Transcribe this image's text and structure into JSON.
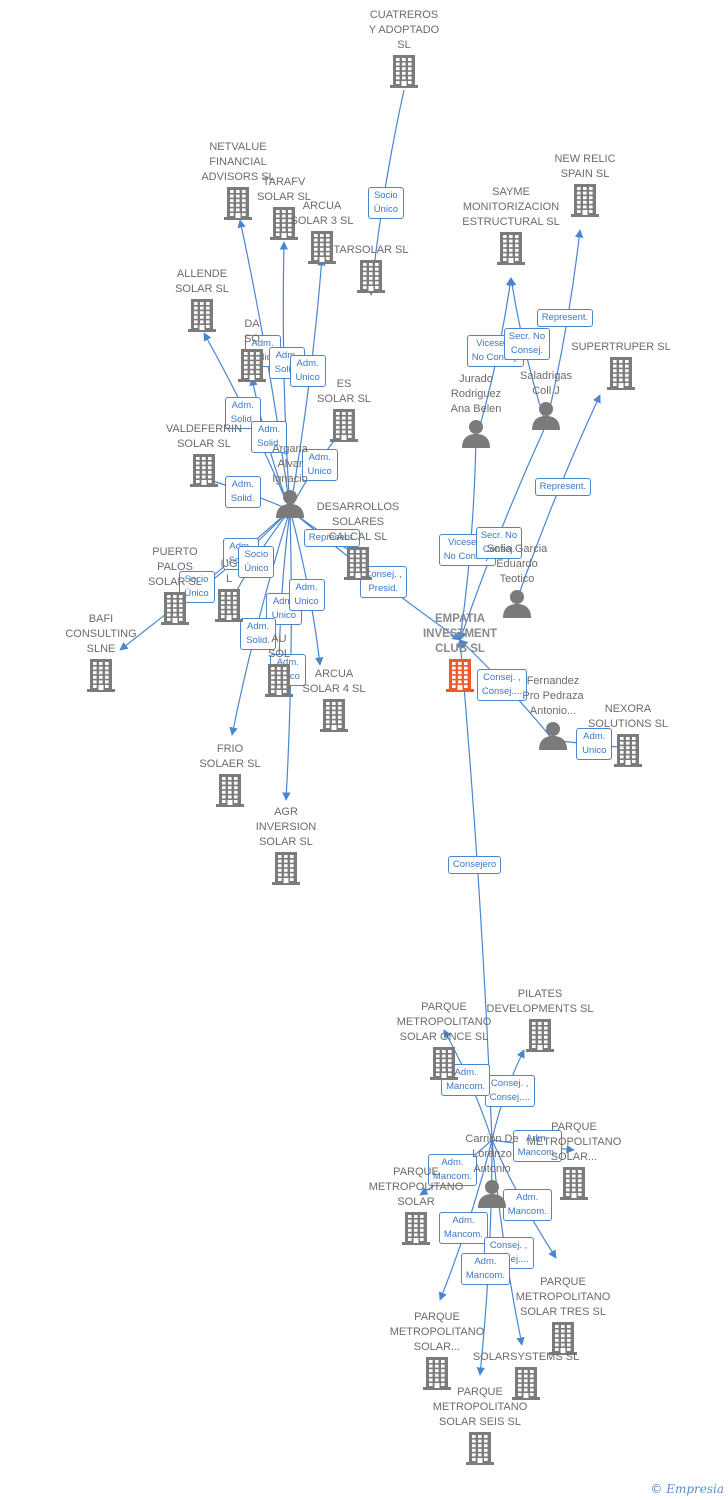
{
  "colors": {
    "edge": "#4a86d0",
    "building": "#7b7b7b",
    "main_building": "#f05a28",
    "person": "#7b7b7b",
    "label": "#6b6b6b"
  },
  "brand": {
    "copyright": "©",
    "name": "Empresia"
  },
  "nodes": [
    {
      "id": "cuatreros",
      "type": "company",
      "label": "CUATREROS\nY ADOPTADO\nSL"
    },
    {
      "id": "netvalue",
      "type": "company",
      "label": "NETVALUE\nFINANCIAL\nADVISORS SL"
    },
    {
      "id": "tarafv",
      "type": "company",
      "label": "TARAFV\nSOLAR SL"
    },
    {
      "id": "arcua3",
      "type": "company",
      "label": "ARCUA\nSOLAR 3 SL"
    },
    {
      "id": "tarsolar",
      "type": "company",
      "label": "TARSOLAR SL"
    },
    {
      "id": "allende",
      "type": "company",
      "label": "ALLENDE\nSOLAR SL"
    },
    {
      "id": "da",
      "type": "company",
      "label": "DA\nSO"
    },
    {
      "id": "es",
      "type": "company",
      "label": "ES\nSOLAR SL"
    },
    {
      "id": "valdeferrin",
      "type": "company",
      "label": "VALDEFERRIN\nSOLAR SL"
    },
    {
      "id": "arganda",
      "type": "person",
      "label": "Argana\nAlvar\nIgnacio"
    },
    {
      "id": "desarrollos",
      "type": "company",
      "label": "DESARROLLOS\nSOLARES\nCALCAL SL"
    },
    {
      "id": "puerto",
      "type": "company",
      "label": "PUERTO\nPALOS\nSOLAR SL"
    },
    {
      "id": "ijg",
      "type": "company",
      "label": "IJG\nL"
    },
    {
      "id": "bafi",
      "type": "company",
      "label": "BAFI\nCONSULTING\nSLNE"
    },
    {
      "id": "au",
      "type": "company",
      "label": "AU\nSOL"
    },
    {
      "id": "arcua4",
      "type": "company",
      "label": "ARCUA\nSOLAR 4 SL"
    },
    {
      "id": "frio",
      "type": "company",
      "label": "FRIO\nSOLAER SL"
    },
    {
      "id": "agr",
      "type": "company",
      "label": "AGR\nINVERSION\nSOLAR SL"
    },
    {
      "id": "newrelic",
      "type": "company",
      "label": "NEW RELIC\nSPAIN SL"
    },
    {
      "id": "sayme",
      "type": "company",
      "label": "SAYME\nMONITORIZACION\nESTRUCTURAL SL"
    },
    {
      "id": "supertruper",
      "type": "company",
      "label": "SUPERTRUPER SL"
    },
    {
      "id": "jurado",
      "type": "person",
      "label": "Jurado\nRodriguez\nAna Belen"
    },
    {
      "id": "saladrigas",
      "type": "person",
      "label": "Saladrigas\nColl J"
    },
    {
      "id": "sofia",
      "type": "person",
      "label": "Sofia Garcia\nEduardo\nTeotico"
    },
    {
      "id": "empatia",
      "type": "main",
      "label": "EMPATIA\nINVESTMENT\nCLUB SL"
    },
    {
      "id": "fernandez",
      "type": "person",
      "label": "Fernandez\nPro Pedraza\nAntonio..."
    },
    {
      "id": "nexora",
      "type": "company",
      "label": "NEXORA\nSOLUTIONS SL"
    },
    {
      "id": "pm_once",
      "type": "company",
      "label": "PARQUE\nMETROPOLITANO\nSOLAR ONCE SL"
    },
    {
      "id": "pilates",
      "type": "company",
      "label": "PILATES\nDEVELOPMENTS SL"
    },
    {
      "id": "pm_solar_r",
      "type": "company",
      "label": "PARQUE\nMETROPOLITANO\nSOLAR..."
    },
    {
      "id": "carrion",
      "type": "person",
      "label": "Carrion De\nLorenzo\nAntonio"
    },
    {
      "id": "pm_solar_l",
      "type": "company",
      "label": "PARQUE\nMETROPOLITANO\nSOLAR"
    },
    {
      "id": "pm_tres",
      "type": "company",
      "label": "PARQUE\nMETROPOLITANO\nSOLAR TRES SL"
    },
    {
      "id": "pm_solar_b",
      "type": "company",
      "label": "PARQUE\nMETROPOLITANO\nSOLAR..."
    },
    {
      "id": "solarsystems",
      "type": "company",
      "label": "SOLARSYSTEMS SL"
    },
    {
      "id": "pm_seis",
      "type": "company",
      "label": "PARQUE\nMETROPOLITANO\nSOLAR SEIS SL"
    }
  ],
  "edges": [
    {
      "from": "cuatreros",
      "to": "tarsolar",
      "label": "Socio\nÚnico"
    },
    {
      "from": "arganda",
      "to": "netvalue",
      "label": "Adm.\nSolid."
    },
    {
      "from": "arganda",
      "to": "tarafv",
      "label": "Adm.\nSolid."
    },
    {
      "from": "arganda",
      "to": "arcua3",
      "label": "Adm.\nUnico"
    },
    {
      "from": "arganda",
      "to": "es",
      "label": "Adm.\nUnico"
    },
    {
      "from": "arganda",
      "to": "allende",
      "label": "Adm.\nSolid."
    },
    {
      "from": "arganda",
      "to": "da",
      "label": "Adm.\nSolid."
    },
    {
      "from": "arganda",
      "to": "valdeferrin",
      "label": "Adm.\nSolid."
    },
    {
      "from": "arganda",
      "to": "desarrollos",
      "label": "Represent."
    },
    {
      "from": "arganda",
      "to": "puerto",
      "label": "Adm.\nSolid."
    },
    {
      "from": "arganda",
      "to": "ijg",
      "label": "Socio\nÚnico"
    },
    {
      "from": "arganda",
      "to": "bafi",
      "label": "Socio\nÚnico"
    },
    {
      "from": "arganda",
      "to": "au",
      "label": "Adm.\nUnico"
    },
    {
      "from": "arganda",
      "to": "arcua4",
      "label": "Adm.\nUnico"
    },
    {
      "from": "arganda",
      "to": "frio",
      "label": "Adm.\nSolid."
    },
    {
      "from": "arganda",
      "to": "agr",
      "label": "Adm.\nUnico"
    },
    {
      "from": "arganda",
      "to": "empatia",
      "label": "Consej. ,\nPresid."
    },
    {
      "from": "jurado",
      "to": "sayme",
      "label": "Vicesecr.\nNo Consej."
    },
    {
      "from": "saladrigas",
      "to": "sayme",
      "label": "Secr. No\nConsej."
    },
    {
      "from": "saladrigas",
      "to": "newrelic",
      "label": "Represent."
    },
    {
      "from": "sofia",
      "to": "supertruper",
      "label": "Represent."
    },
    {
      "from": "jurado",
      "to": "empatia",
      "label": "Vicesecr.\nNo Consej."
    },
    {
      "from": "saladrigas",
      "to": "empatia",
      "label": "Secr. No\nConsej."
    },
    {
      "from": "fernandez",
      "to": "empatia",
      "label": "Consej. ,\nConsej...."
    },
    {
      "from": "fernandez",
      "to": "nexora",
      "label": "Adm.\nUnico"
    },
    {
      "from": "carrion",
      "to": "empatia",
      "label": "Consejero"
    },
    {
      "from": "carrion",
      "to": "pilates",
      "label": "Consej. ,\nConsej...."
    },
    {
      "from": "carrion",
      "to": "pm_once",
      "label": "Adm.\nMancom."
    },
    {
      "from": "carrion",
      "to": "pm_solar_r",
      "label": "Adm.\nMancom."
    },
    {
      "from": "carrion",
      "to": "pm_solar_l",
      "label": "Adm.\nMancom."
    },
    {
      "from": "carrion",
      "to": "pm_tres",
      "label": "Adm.\nMancom."
    },
    {
      "from": "carrion",
      "to": "pm_solar_b",
      "label": "Adm.\nMancom."
    },
    {
      "from": "carrion",
      "to": "solarsystems",
      "label": "Consej. ,\nConsej...."
    },
    {
      "from": "carrion",
      "to": "pm_seis",
      "label": "Adm.\nMancom."
    }
  ]
}
